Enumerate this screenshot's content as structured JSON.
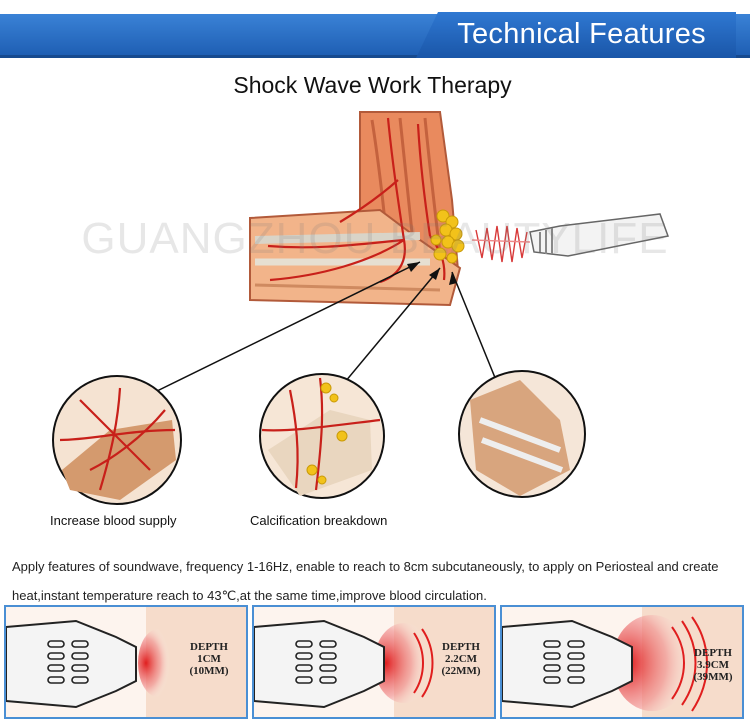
{
  "header": {
    "title": "Technical Features"
  },
  "section": {
    "title": "Shock Wave Work Therapy"
  },
  "watermark": {
    "text": "GUANGZHOU BEAUTYLIFE"
  },
  "captions": {
    "blood": "Increase blood supply",
    "calcification": "Calcification breakdown"
  },
  "description": "Apply features of soundwave, frequency 1-16Hz, enable to reach to 8cm subcutaneously, to apply on Periosteal and create heat,instant temperature reach to 43℃,at the same time,improve blood circulation.",
  "depth_panels": [
    {
      "line1": "DEPTH",
      "line2": "1CM",
      "line3": "(10MM)"
    },
    {
      "line1": "DEPTH",
      "line2": "2.2CM",
      "line3": "(22MM)"
    },
    {
      "line1": "DEPTH",
      "line2": "3.9CM",
      "line3": "(39MM)"
    }
  ],
  "colors": {
    "banner_blue": "#2a6fc8",
    "panel_border": "#4a8fd4",
    "heat_red": "#e01e1e",
    "vessel_red": "#c8201a",
    "calcification_yellow": "#f2c21a"
  }
}
